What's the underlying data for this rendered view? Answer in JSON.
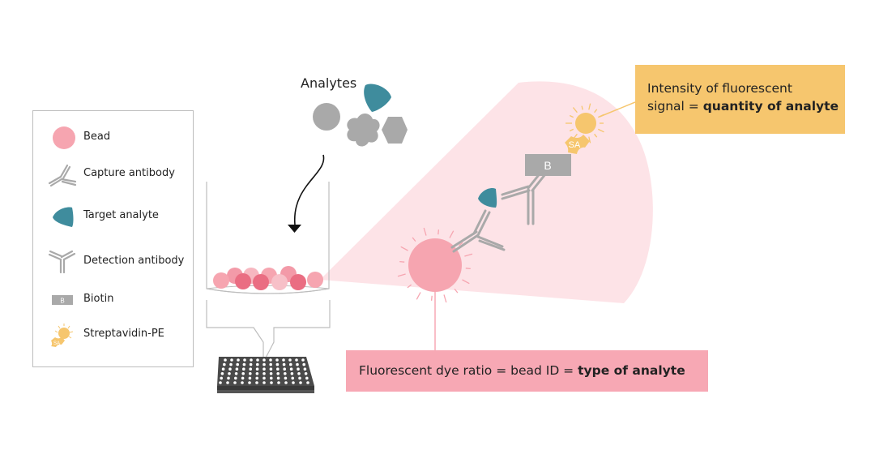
{
  "analytes_label": "Analytes",
  "legend": {
    "items": [
      {
        "label": "Bead",
        "icon": "bead-icon"
      },
      {
        "label": "Capture antibody",
        "icon": "capture-antibody-icon"
      },
      {
        "label": "Target analyte",
        "icon": "target-analyte-icon"
      },
      {
        "label": "Detection antibody",
        "icon": "detection-antibody-icon"
      },
      {
        "label": "Biotin",
        "icon": "biotin-icon"
      },
      {
        "label": "Streptavidin-PE",
        "icon": "streptavidin-pe-icon"
      }
    ],
    "biotin_letter": "B",
    "streptavidin_letters": "SA"
  },
  "diagram": {
    "biotin_letter": "B",
    "streptavidin_letters": "SA"
  },
  "callouts": {
    "intensity_line1": "Intensity of fluorescent",
    "intensity_line2_prefix": "signal = ",
    "intensity_line2_bold": "quantity of analyte",
    "ratio_prefix": "Fluorescent dye ratio = bead ID = ",
    "ratio_bold": "type of analyte"
  },
  "colors": {
    "bead": "#f6a5b0",
    "bead_dark": "#ea6d82",
    "analyte_teal": "#3f8c9d",
    "gray": "#a9a9a9",
    "cone": "#fde3e7",
    "orange": "#f6c66e",
    "pink_box": "#f7a8b4"
  }
}
